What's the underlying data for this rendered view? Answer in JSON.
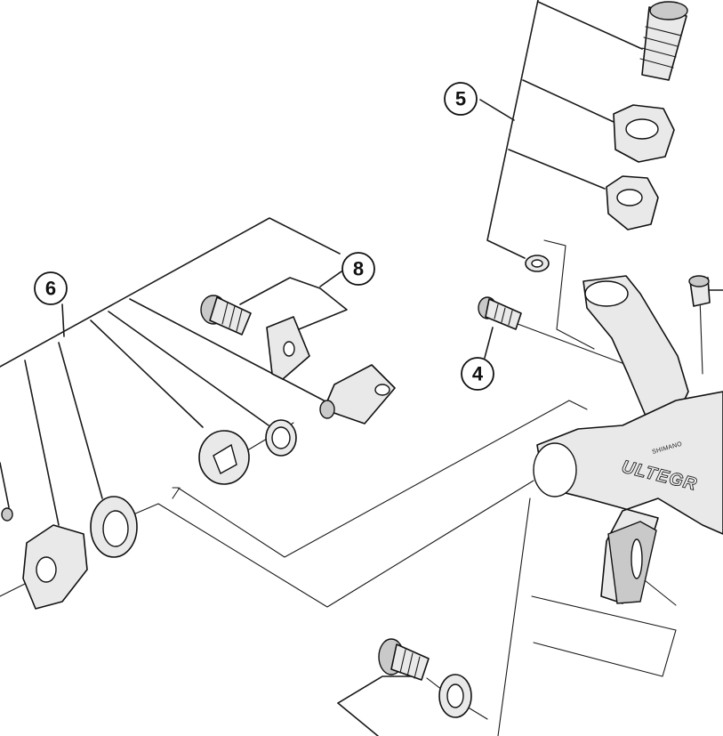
{
  "callouts": [
    {
      "id": "5",
      "label": "5"
    },
    {
      "id": "8",
      "label": "8"
    },
    {
      "id": "6",
      "label": "6"
    },
    {
      "id": "4",
      "label": "4"
    }
  ],
  "branding": {
    "maker": "SHIMANO",
    "model": "ULTEGR"
  }
}
